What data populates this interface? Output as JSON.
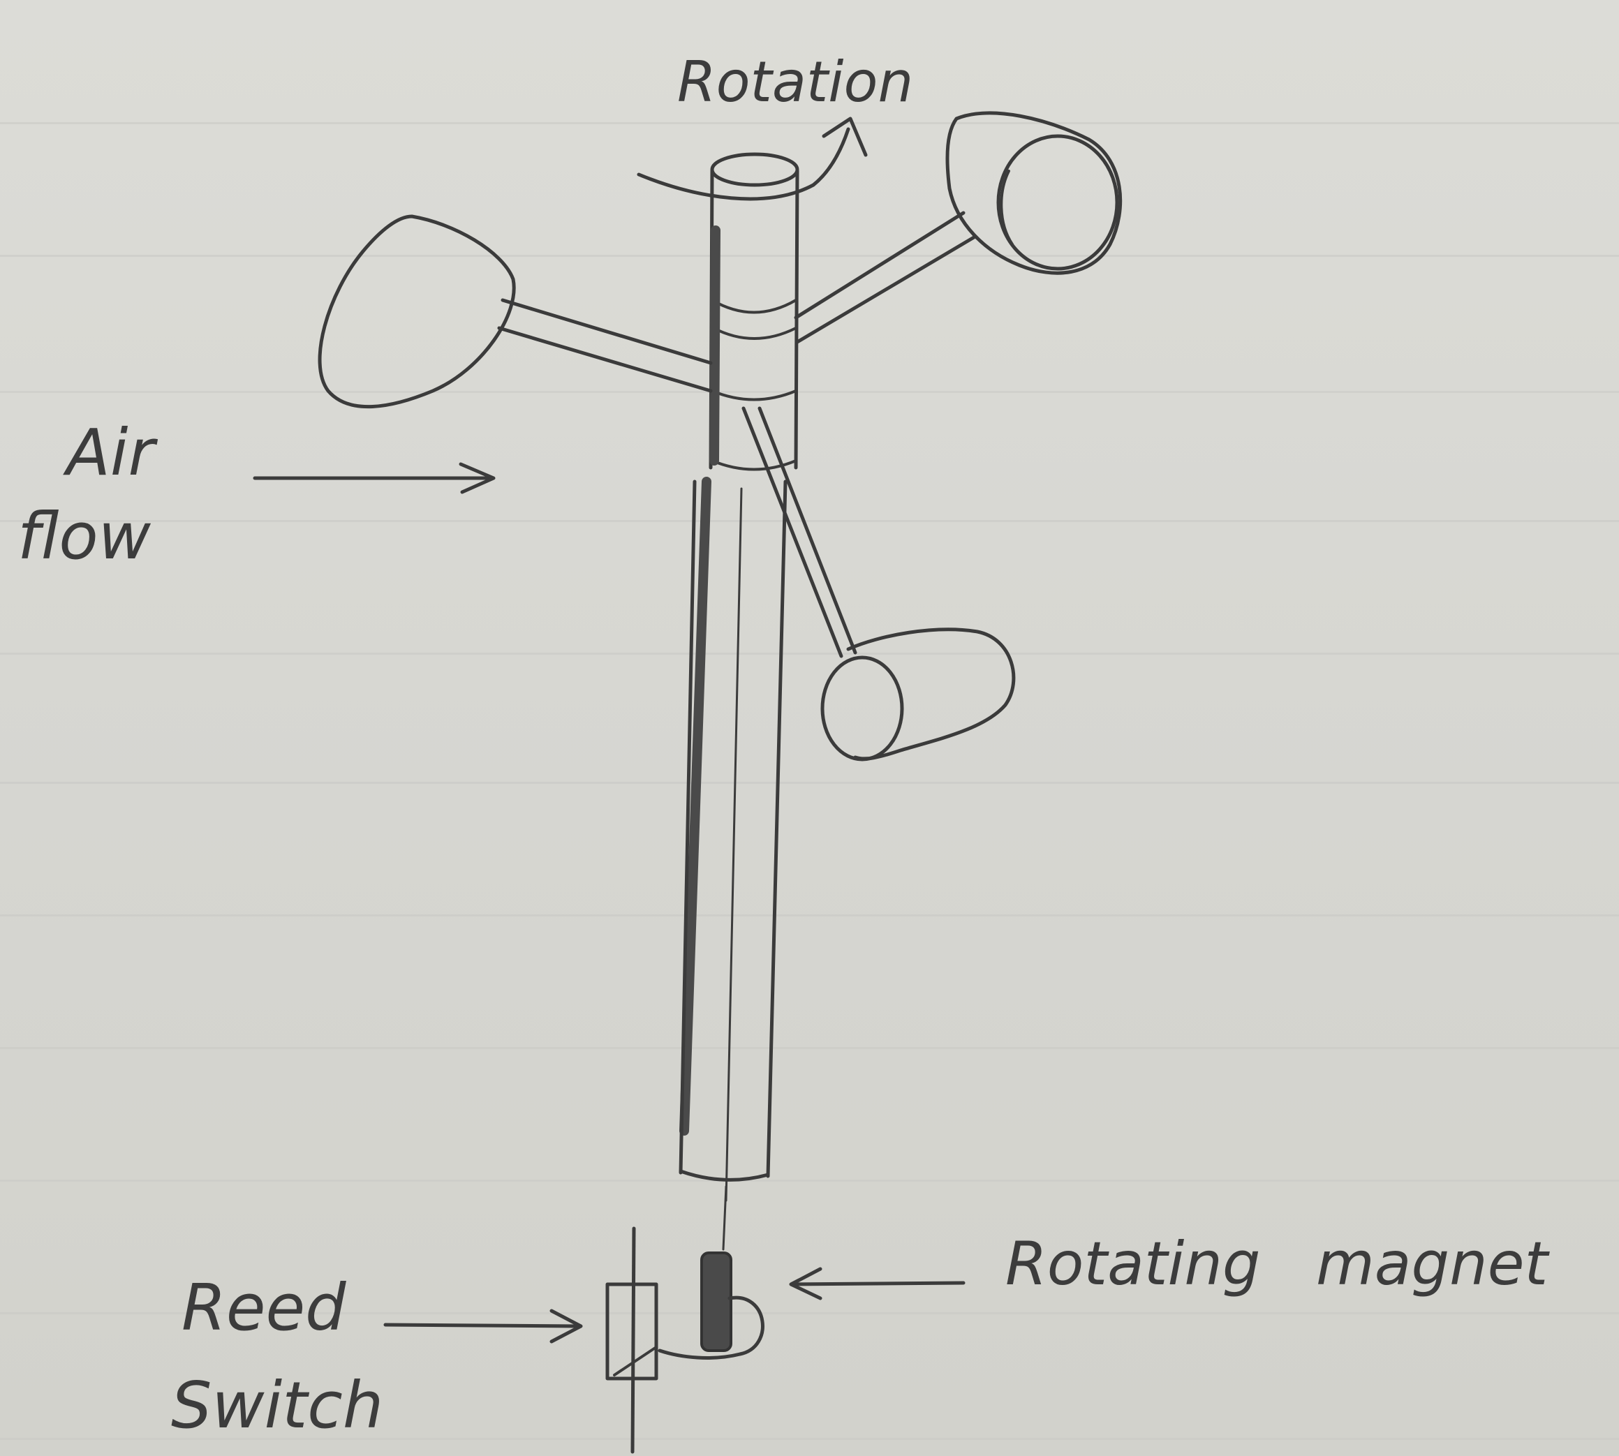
{
  "labels": {
    "rotation": "Rotation",
    "air": "Air",
    "flow": "flow",
    "reed": "Reed",
    "switch": "Switch",
    "rotating_magnet": "Rotating",
    "magnet": "magnet"
  },
  "colors": {
    "paper": "#d9d9d4",
    "pencil": "#3b3b3b",
    "shaft_shade": "#5a5a5a",
    "magnet_fill": "#4a4a4a"
  }
}
